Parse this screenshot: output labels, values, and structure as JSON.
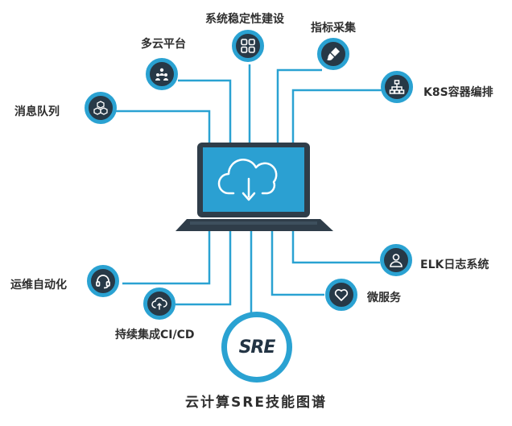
{
  "nodes": {
    "multi_cloud": "多云平台",
    "stability": "系统稳定性建设",
    "metrics": "指标采集",
    "k8s": "K8S容器编排",
    "mq": "消息队列",
    "automation": "运维自动化",
    "cicd": "持续集成CI/CD",
    "elk": "ELK日志系统",
    "microservice": "微服务"
  },
  "center": {
    "logo_text": "SRE"
  },
  "footer": "云计算SRE技能图谱",
  "colors": {
    "accent": "#2aa2d2",
    "dark": "#273947",
    "screen": "#2ba0d2"
  },
  "icons": {
    "multi_cloud": "team-icon",
    "stability": "grid-icon",
    "metrics": "brush-icon",
    "k8s": "network-icon",
    "mq": "cubes-icon",
    "automation": "headset-icon",
    "cicd": "cloud-sync-icon",
    "elk": "user-icon",
    "microservice": "heart-icon",
    "laptop": "cloud-download-icon"
  }
}
